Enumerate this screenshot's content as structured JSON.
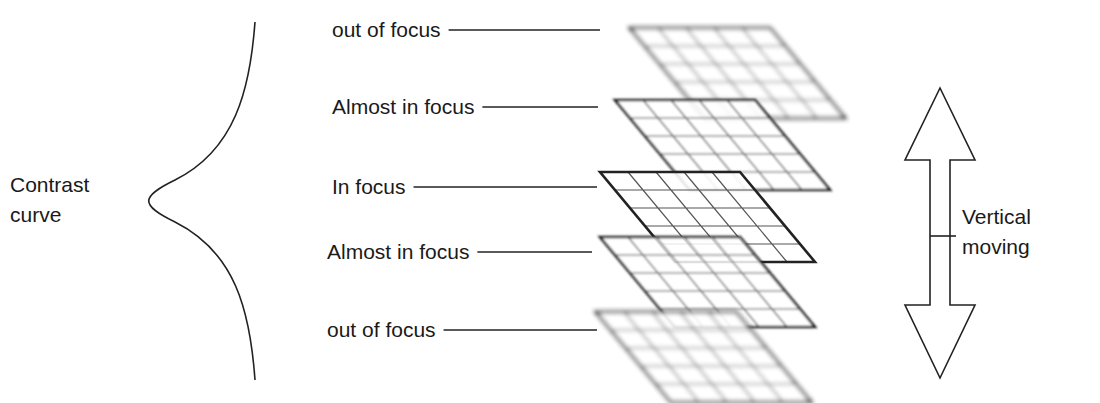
{
  "diagram": {
    "labels": [
      "Contrast curve",
      "out of focus",
      "Almost in focus",
      "In focus",
      "Almost in focus",
      "out of focus",
      "Vertical moving"
    ]
  }
}
